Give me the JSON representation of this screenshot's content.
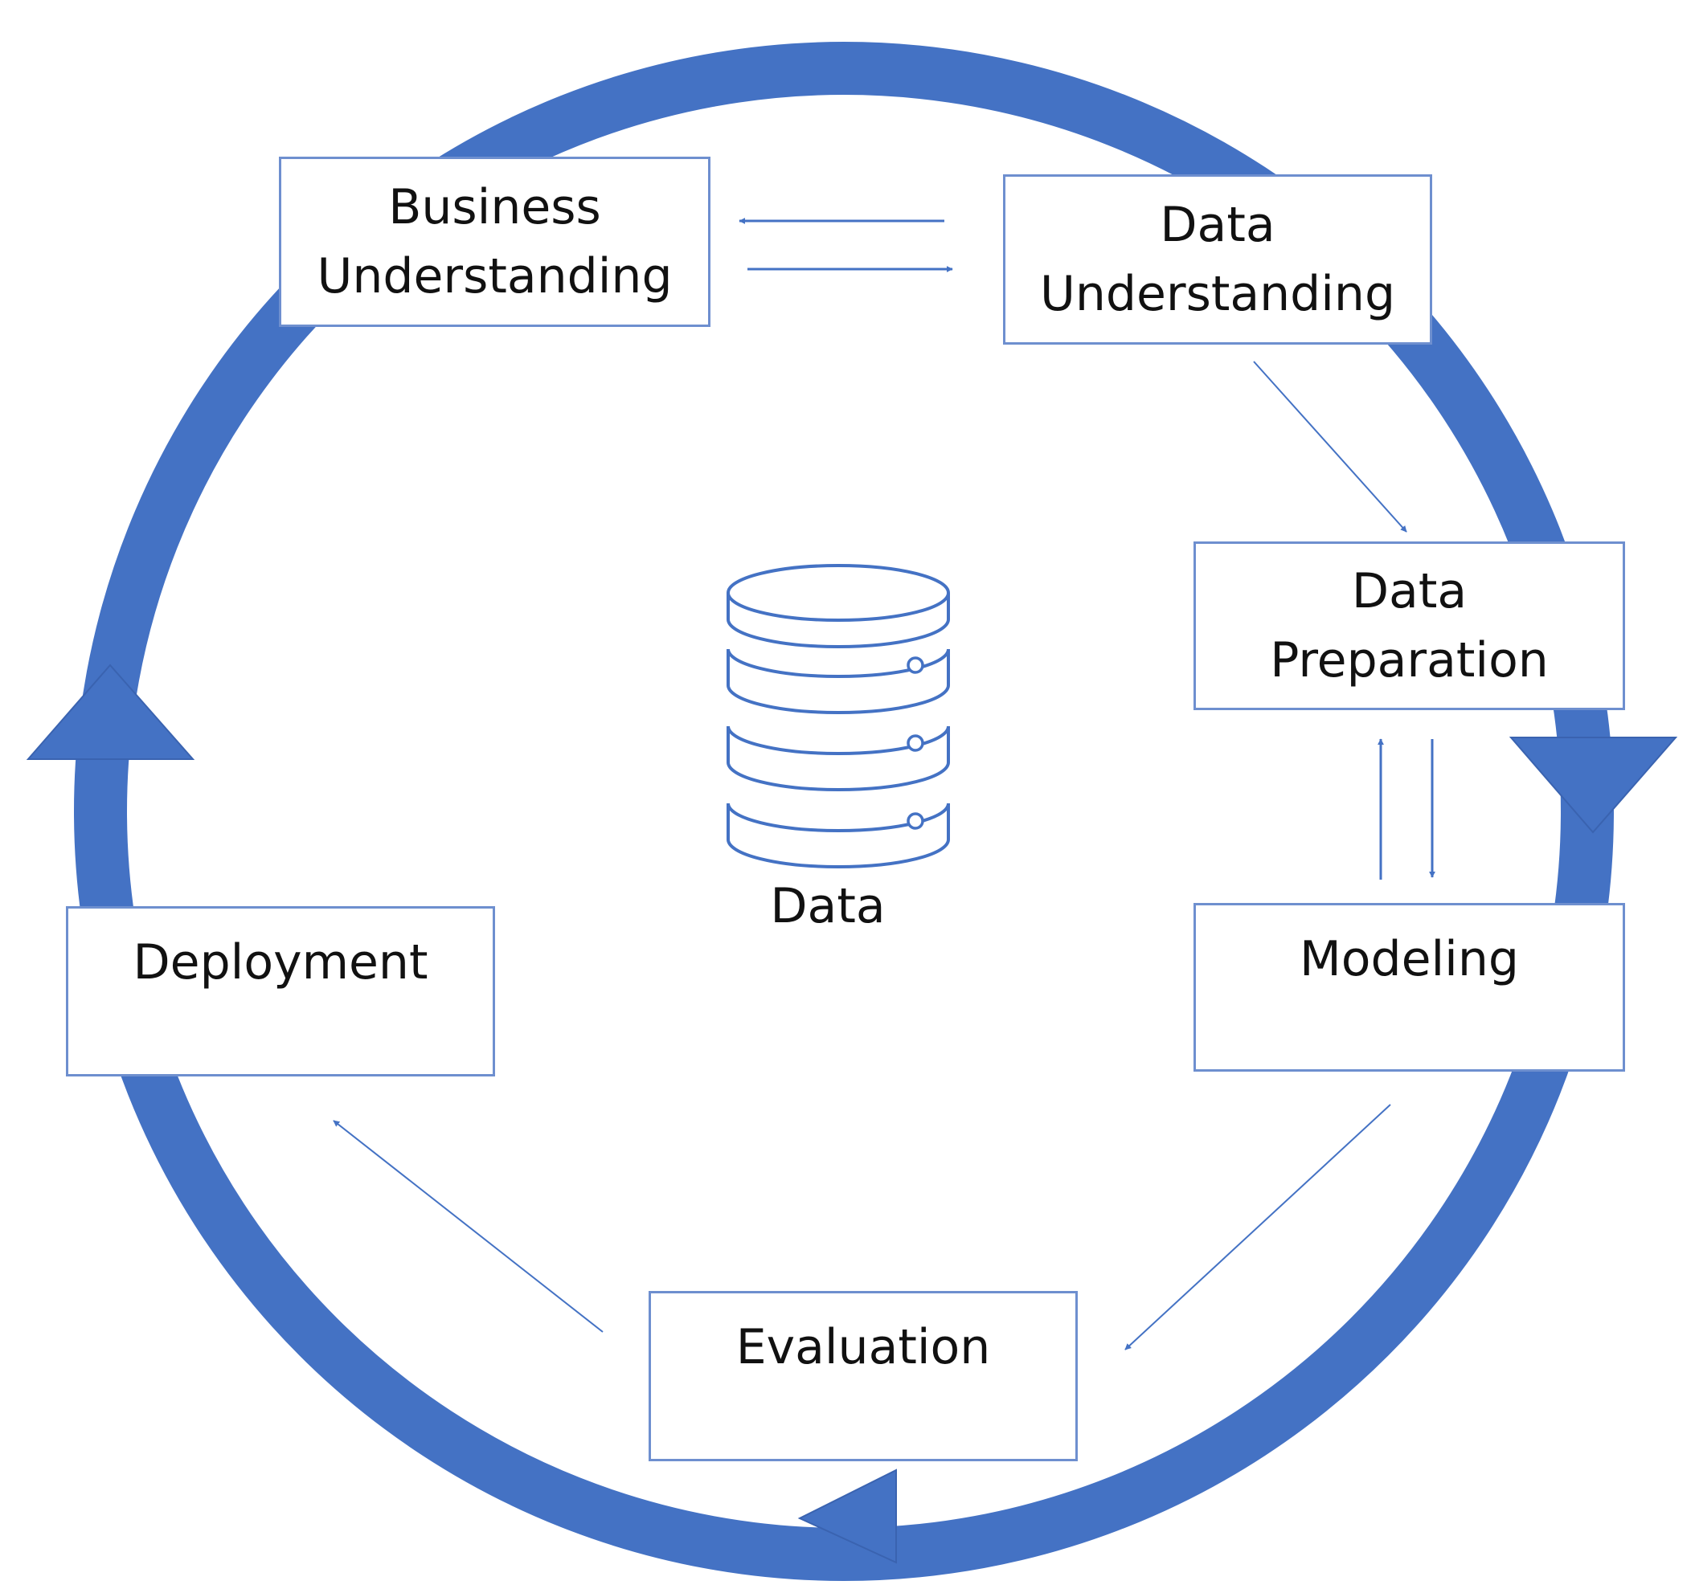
{
  "colors": {
    "cycle_ring": "#4472c4",
    "box_border": "#6e8fcf",
    "connector": "#4472c4",
    "text": "#111111"
  },
  "phases": {
    "business_understanding": {
      "line1": "Business",
      "line2": "Understanding"
    },
    "data_understanding": {
      "line1": "Data",
      "line2": "Understanding"
    },
    "data_preparation": {
      "line1": "Data",
      "line2": "Preparation"
    },
    "modeling": {
      "label": "Modeling"
    },
    "evaluation": {
      "label": "Evaluation"
    },
    "deployment": {
      "label": "Deployment"
    }
  },
  "center": {
    "label": "Data",
    "icon": "database-icon"
  }
}
